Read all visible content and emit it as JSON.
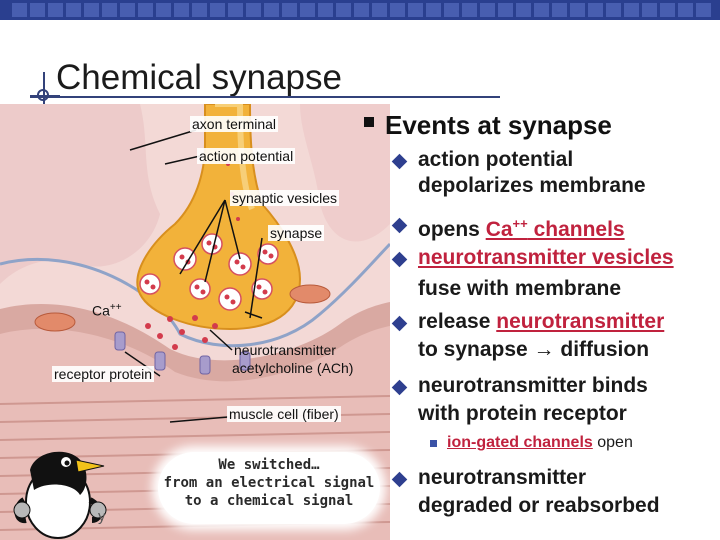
{
  "slide": {
    "title": "Chemical synapse",
    "heading": "Events at synapse"
  },
  "labels": {
    "axon_terminal": "axon terminal",
    "action_potential": "action potential",
    "synaptic_vesicles": "synaptic vesicles",
    "synapse": "synapse",
    "ca": "Ca",
    "ca_sup": "++",
    "receptor_protein": "receptor protein",
    "neurotransmitter": "neurotransmitter",
    "acetylcholine": "acetylcholine (ACh)",
    "muscle_cell": "muscle cell (fiber)",
    "footer_fragment": "y"
  },
  "callout": {
    "line1": "We switched…",
    "line2": "from an electrical signal",
    "line3": "to a chemical signal"
  },
  "bullets": {
    "b1_line1": "action potential",
    "b1_line2": "depolarizes membrane",
    "b2_pre": "opens ",
    "b2_ca": "Ca",
    "b2_sup": "++",
    "b2_post": " channels",
    "b3_line1": "neurotransmitter vesicles",
    "b3_line2": "fuse with membrane",
    "b4_pre": "release ",
    "b4_link": "neurotransmitter",
    "b4_line2_pre": "to synapse ",
    "b4_arrow": "→",
    "b4_line2_post": " diffusion",
    "b5_line1": "neurotransmitter binds",
    "b5_line2": "with protein receptor",
    "sub_link": "ion-gated channels",
    "sub_post": " open",
    "b6_line1": "neurotransmitter",
    "b6_line2": "degraded or reabsorbed"
  },
  "colors": {
    "bullet": "#2e3f8f",
    "highlight": "#c0223e",
    "axon": "#f2b23a"
  }
}
